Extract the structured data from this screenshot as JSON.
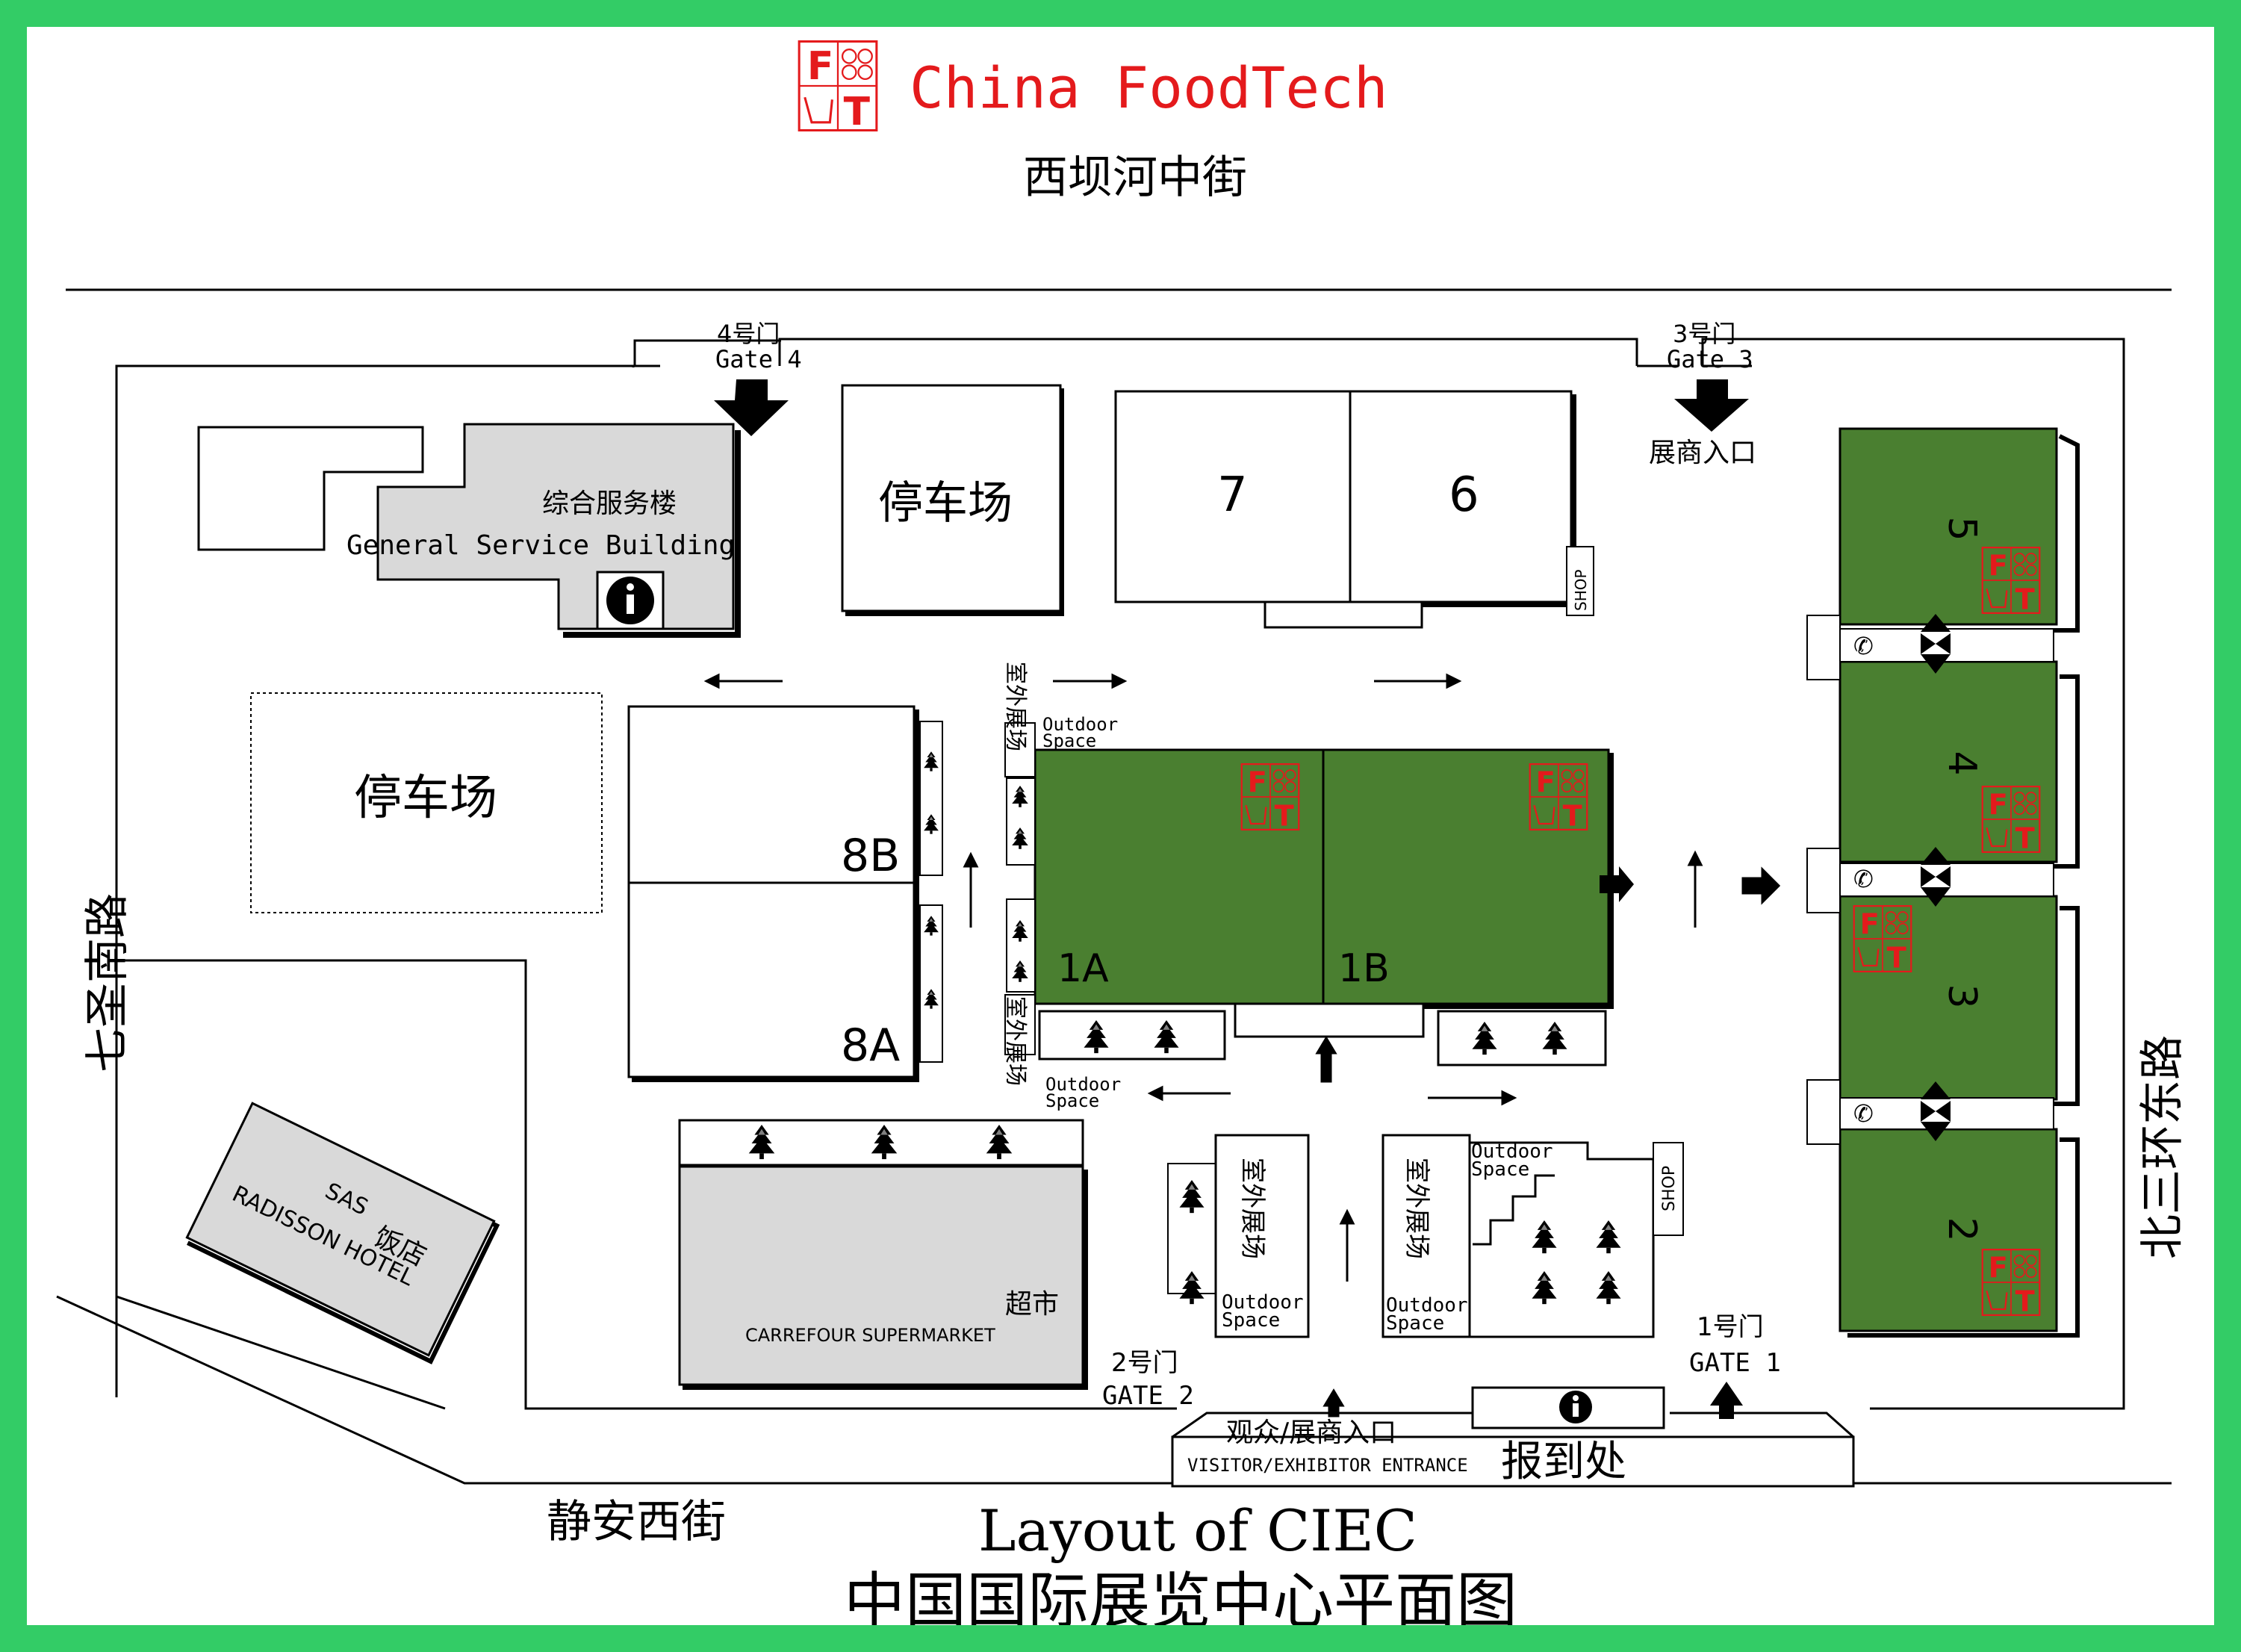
{
  "brand": {
    "name": "China FoodTech",
    "logo_letters": [
      "F",
      "T"
    ],
    "accent": "#e41a1c"
  },
  "colors": {
    "hall_green": "#4a7f30",
    "gray_building": "#d9d9d9",
    "frame_green": "#33cc66"
  },
  "streets": {
    "north": "西坝河中街",
    "west": "七圣南路",
    "east": "北三环东路",
    "south": "静安西街"
  },
  "gates": {
    "gate4_cn": "4号门",
    "gate4_en": "Gate 4",
    "gate3_cn": "3号门",
    "gate3_en": "Gate 3",
    "exhibitor_entrance": "展商入口",
    "gate2_cn": "2号门",
    "gate2_en": "GATE 2",
    "gate1_cn": "1号门",
    "gate1_en": "GATE 1",
    "visitor_entrance_cn": "观众/展商入口",
    "visitor_entrance_en": "VISITOR/EXHIBITOR ENTRANCE",
    "registration": "报到处"
  },
  "buildings": {
    "service_cn": "综合服务楼",
    "service_en": "General Service Building",
    "parking_north": "停车场",
    "parking_west": "停车场",
    "hall_7": "7",
    "hall_6": "6",
    "hall_8b": "8B",
    "hall_8a": "8A",
    "hall_1a": "1A",
    "hall_1b": "1B",
    "hall_5": "5",
    "hall_4": "4",
    "hall_3": "3",
    "hall_2": "2",
    "shop": "SHOP",
    "hotel_line1": "SAS",
    "hotel_line2": "RADISSON HOTEL",
    "hotel_cn": "饭店",
    "supermarket_cn": "超市",
    "supermarket_en": "CARREFOUR SUPERMARKET"
  },
  "outdoor": {
    "cn": "室外展场",
    "en_line1": "Outdoor",
    "en_line2": "Space"
  },
  "titles": {
    "en": "Layout of CIEC",
    "cn": "中国国际展览中心平面图"
  },
  "icons": {
    "info": "info-icon",
    "tree": "tree-icon",
    "arrow": "arrow-icon",
    "phone": "phone-icon"
  }
}
